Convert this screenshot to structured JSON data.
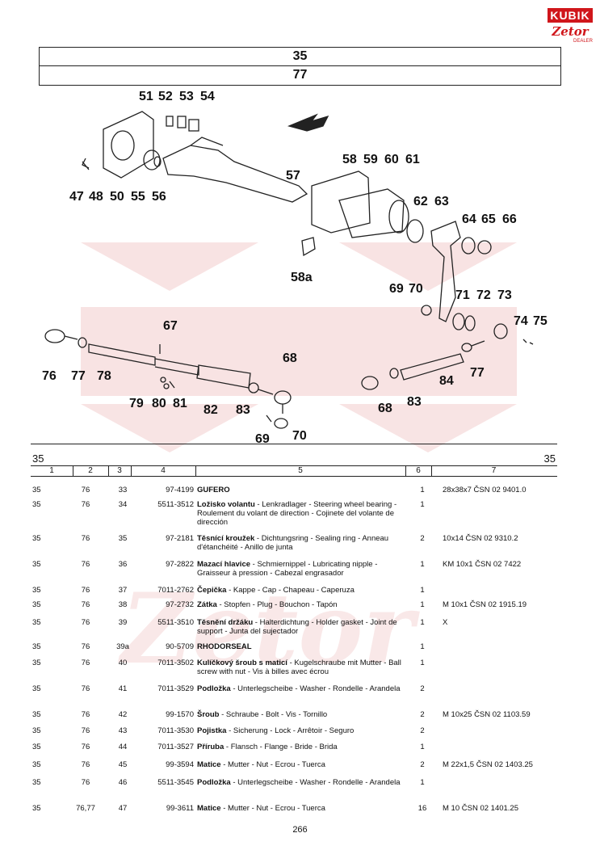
{
  "logo": {
    "brand": "KUBIK",
    "sub": "Zetor",
    "dealer": "DEALER"
  },
  "header": {
    "group": "35",
    "page_ref": "77"
  },
  "callouts": [
    "51",
    "52",
    "53",
    "54",
    "47",
    "48",
    "50",
    "55",
    "56",
    "57",
    "58",
    "59",
    "60",
    "61",
    "62",
    "63",
    "64",
    "65",
    "66",
    "58a",
    "69",
    "70",
    "71",
    "72",
    "73",
    "74",
    "75",
    "67",
    "68",
    "76",
    "77",
    "78",
    "79",
    "80",
    "81",
    "82",
    "83",
    "68",
    "83",
    "84",
    "77",
    "69",
    "70"
  ],
  "table": {
    "corner_left": "35",
    "corner_right": "35",
    "columns": [
      "1",
      "2",
      "3",
      "4",
      "5",
      "6",
      "7"
    ],
    "rows": [
      {
        "c1": "35",
        "c2": "76",
        "c3": "33",
        "c4": "97-4199",
        "name": "GUFERO",
        "desc": "",
        "qty": "1",
        "note": "28x38x7 ČSN 02 9401.0"
      },
      {
        "c1": "35",
        "c2": "76",
        "c3": "34",
        "c4": "5511-3512",
        "name": "Ložisko volantu",
        "desc": " - Lenkradlager - Steering wheel bearing - Roulement du volant de direction - Cojinete del volante de dirección",
        "qty": "1",
        "note": ""
      },
      {
        "c1": "35",
        "c2": "76",
        "c3": "35",
        "c4": "97-2181",
        "name": "Těsnící kroužek",
        "desc": " - Dichtungsring - Sealing ring - Anneau d'étanchéité - Anillo de junta",
        "qty": "2",
        "note": "10x14 ČSN 02 9310.2"
      },
      {
        "c1": "35",
        "c2": "76",
        "c3": "36",
        "c4": "97-2822",
        "name": "Mazací hlavice",
        "desc": " - Schmiernippel - Lubricating nipple - Graisseur à pression - Cabezal engrasador",
        "qty": "1",
        "note": "KM 10x1 ČSN 02 7422"
      },
      {
        "c1": "35",
        "c2": "76",
        "c3": "37",
        "c4": "7011-2762",
        "name": "Čepička",
        "desc": " - Kappe - Cap - Chapeau - Caperuza",
        "qty": "1",
        "note": ""
      },
      {
        "c1": "35",
        "c2": "76",
        "c3": "38",
        "c4": "97-2732",
        "name": "Zátka",
        "desc": " - Stopfen - Plug - Bouchon - Tapón",
        "qty": "1",
        "note": "M 10x1 ČSN 02 1915.19"
      },
      {
        "c1": "35",
        "c2": "76",
        "c3": "39",
        "c4": "5511-3510",
        "name": "Těsnění držáku",
        "desc": " - Halterdichtung - Holder gasket - Joint de support - Junta del sujectador",
        "qty": "1",
        "note": "X"
      },
      {
        "c1": "35",
        "c2": "76",
        "c3": "39a",
        "c4": "90-5709",
        "name": "RHODORSEAL",
        "desc": "",
        "qty": "1",
        "note": ""
      },
      {
        "c1": "35",
        "c2": "76",
        "c3": "40",
        "c4": "7011-3502",
        "name": "Kulíčkový šroub s maticí",
        "desc": " - Kugelschraube mit Mutter - Ball screw with nut - Vis à billes avec écrou",
        "qty": "1",
        "note": ""
      },
      {
        "c1": "35",
        "c2": "76",
        "c3": "41",
        "c4": "7011-3529",
        "name": "Podložka",
        "desc": " - Unterlegscheibe - Washer - Rondelle - Arandela",
        "qty": "2",
        "note": ""
      },
      {
        "c1": "35",
        "c2": "76",
        "c3": "42",
        "c4": "99-1570",
        "name": "Šroub",
        "desc": " - Schraube - Bolt - Vis - Tornillo",
        "qty": "2",
        "note": "M 10x25 ČSN 02 1103.59"
      },
      {
        "c1": "35",
        "c2": "76",
        "c3": "43",
        "c4": "7011-3530",
        "name": "Pojistka",
        "desc": " - Sicherung - Lock - Arrêtoir - Seguro",
        "qty": "2",
        "note": ""
      },
      {
        "c1": "35",
        "c2": "76",
        "c3": "44",
        "c4": "7011-3527",
        "name": "Příruba",
        "desc": " - Flansch - Flange - Bride - Brida",
        "qty": "1",
        "note": ""
      },
      {
        "c1": "35",
        "c2": "76",
        "c3": "45",
        "c4": "99-3594",
        "name": "Matice",
        "desc": " - Mutter - Nut - Ecrou - Tuerca",
        "qty": "2",
        "note": "M 22x1,5 ČSN 02 1403.25"
      },
      {
        "c1": "35",
        "c2": "76",
        "c3": "46",
        "c4": "5511-3545",
        "name": "Podložka",
        "desc": " - Unterlegscheibe - Washer - Rondelle - Arandela",
        "qty": "1",
        "note": ""
      },
      {
        "c1": "35",
        "c2": "76,77",
        "c3": "47",
        "c4": "99-3611",
        "name": "Matice",
        "desc": " - Mutter - Nut - Ecrou - Tuerca",
        "qty": "16",
        "note": "M 10 ČSN 02 1401.25"
      }
    ]
  },
  "page_number": "266",
  "colors": {
    "brand_red": "#d0161b",
    "watermark": "#f2c4c4"
  }
}
